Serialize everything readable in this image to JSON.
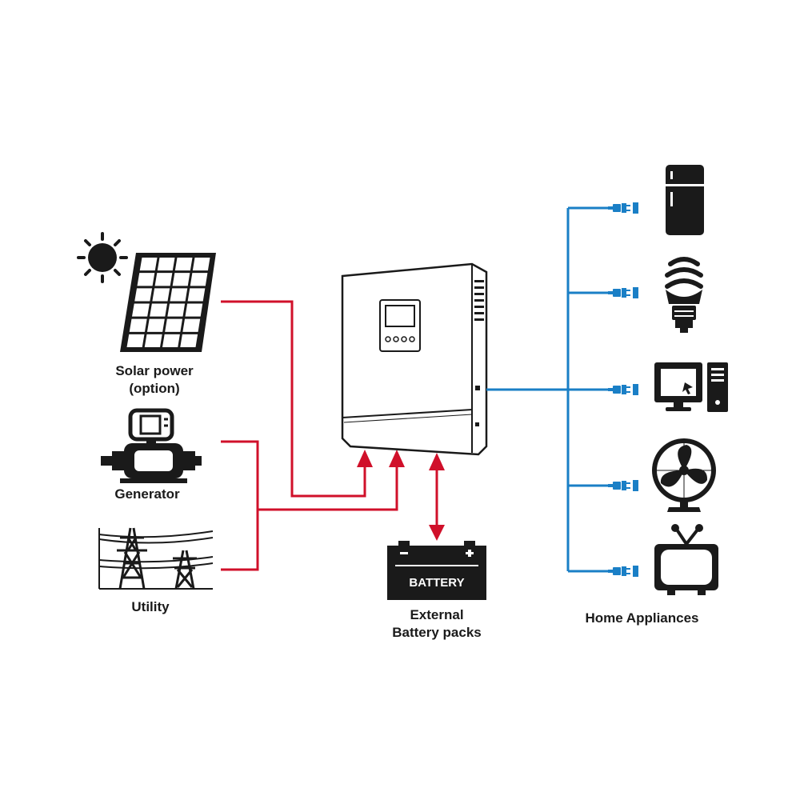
{
  "labels": {
    "solar_line1": "Solar power",
    "solar_line2": "(option)",
    "generator": "Generator",
    "utility": "Utility",
    "battery_line1": "External",
    "battery_line2": "Battery packs",
    "home_appliances": "Home Appliances",
    "battery_text": "BATTERY"
  },
  "colors": {
    "input_lines": "#d0102a",
    "output_lines": "#1a7fc6",
    "icons": "#1a1a1a"
  },
  "icons": [
    "sun-icon",
    "solar-panel-icon",
    "generator-icon",
    "power-tower-icon",
    "inverter-icon",
    "battery-icon",
    "refrigerator-icon",
    "bulb-icon",
    "computer-icon",
    "fan-icon",
    "tv-icon",
    "plug-icon"
  ]
}
